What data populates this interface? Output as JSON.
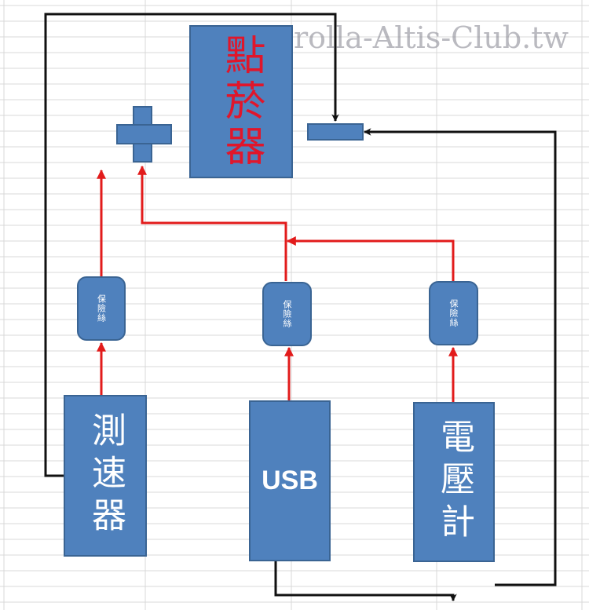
{
  "watermark": "Corolla-Altis-Club.tw",
  "lighter_label": "點菸器",
  "speedometer_label": "測速器",
  "usb_label": "USB",
  "voltmeter_label": "電壓計",
  "fuse_label": "保險絲",
  "colors": {
    "box_fill": "#4f81bd",
    "box_border": "#3a6493",
    "positive_wire": "#e21b1b",
    "negative_wire": "#111111",
    "grid": "#d9d9d9"
  }
}
